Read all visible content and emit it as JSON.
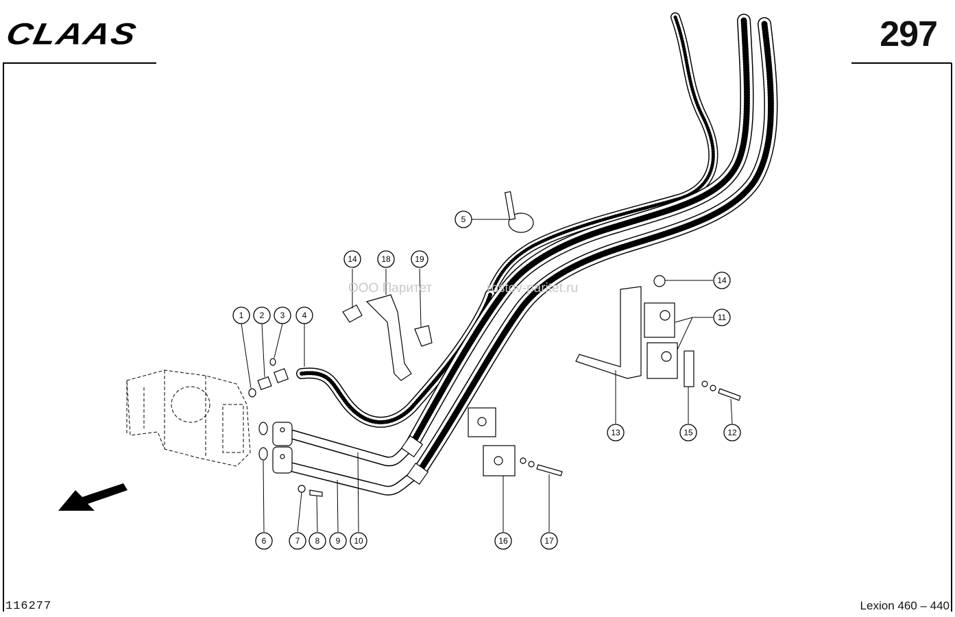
{
  "header": {
    "brand": "CLAAS",
    "page_number": "297"
  },
  "footer": {
    "drawing_number": "116277",
    "model": "Lexion 460 – 440"
  },
  "watermark": {
    "company": "ООО Паритет",
    "site": "rostov-paritet.ru"
  },
  "callouts": [
    {
      "label": "1"
    },
    {
      "label": "2"
    },
    {
      "label": "3"
    },
    {
      "label": "4"
    },
    {
      "label": "5"
    },
    {
      "label": "6"
    },
    {
      "label": "7"
    },
    {
      "label": "8"
    },
    {
      "label": "9"
    },
    {
      "label": "10"
    },
    {
      "label": "11"
    },
    {
      "label": "12"
    },
    {
      "label": "13"
    },
    {
      "label": "14"
    },
    {
      "label": "14"
    },
    {
      "label": "15"
    },
    {
      "label": "16"
    },
    {
      "label": "17"
    },
    {
      "label": "18"
    },
    {
      "label": "19"
    }
  ]
}
